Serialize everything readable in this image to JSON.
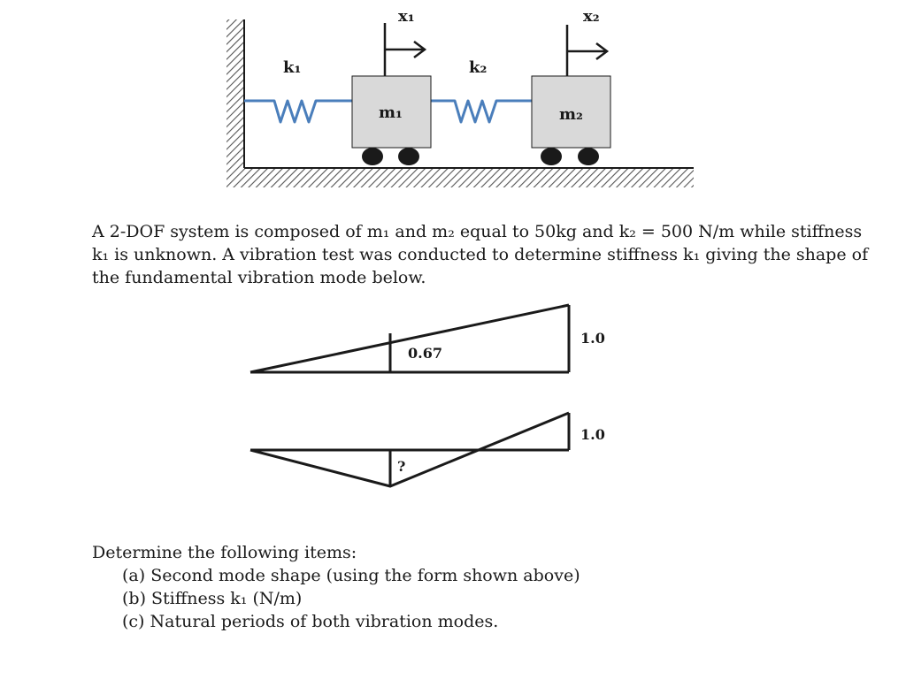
{
  "system": {
    "labels": {
      "x1": "x₁",
      "x2": "x₂",
      "k1": "k₁",
      "k2": "k₂",
      "m1": "m₁",
      "m2": "m₂"
    },
    "colors": {
      "spring": "#4a7ebb",
      "mass_fill": "#d9d9d9",
      "wheel": "#1a1a1a",
      "hatch": "#555555"
    }
  },
  "problem": {
    "text": "A 2-DOF system is composed of m₁ and m₂ equal to 50kg and k₂ = 500 N/m while stiffness k₁ is unknown. A vibration test was conducted to determine stiffness k₁ giving the shape of the fundamental vibration mode below."
  },
  "modes": {
    "mode1": {
      "m1_value": 0.67,
      "m2_value": 1.0,
      "m1_label": "0.67",
      "m2_label": "1.0"
    },
    "mode2": {
      "m1_label": "?",
      "m2_value": 1.0,
      "m2_label": "1.0"
    }
  },
  "tasks": {
    "heading": "Determine the following items:",
    "items": [
      "(a) Second mode shape (using the form shown above)",
      "(b) Stiffness k₁ (N/m)",
      "(c) Natural periods of both vibration modes."
    ]
  }
}
